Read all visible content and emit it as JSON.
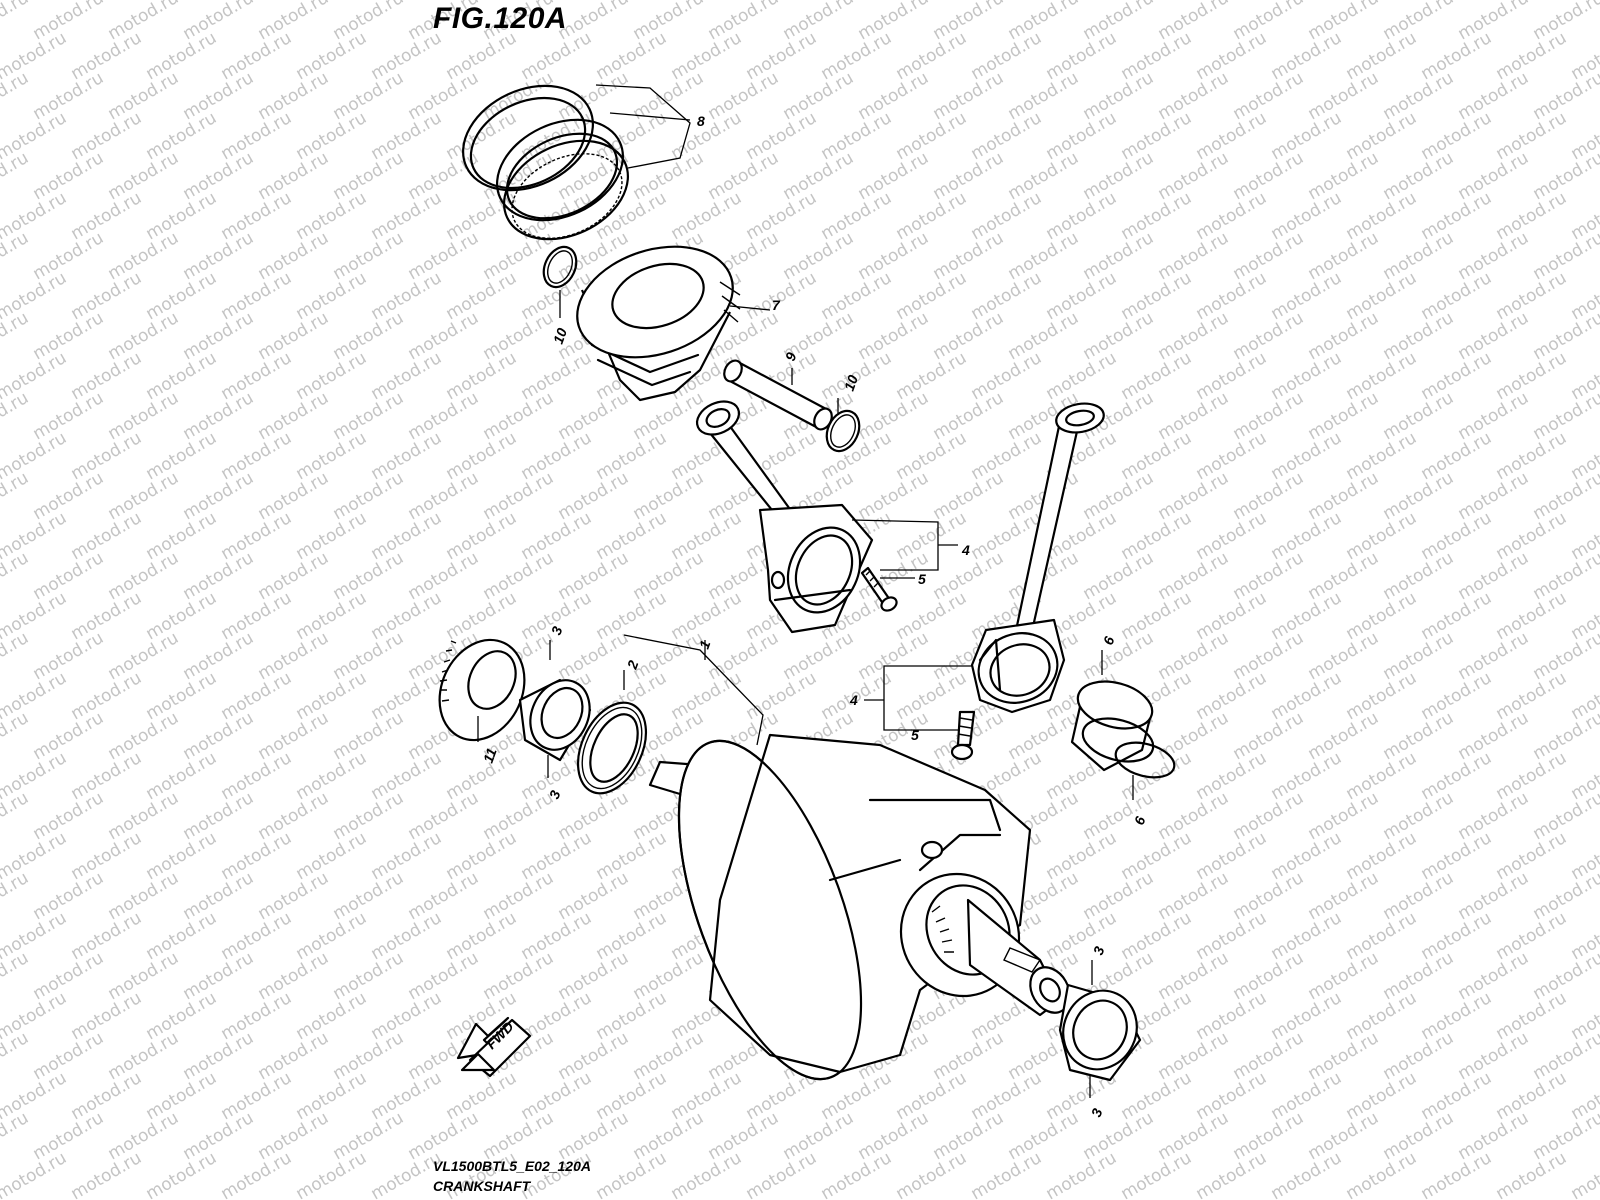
{
  "figure": {
    "title": "FIG.120A"
  },
  "footer": {
    "code": "VL1500BTL5_E02_120A",
    "name": "CRANKSHAFT"
  },
  "watermark": {
    "text": "motod.ru",
    "color": "#c4c4c4"
  },
  "fwd_label": "FWD",
  "callouts": [
    {
      "id": "c8",
      "label": "8"
    },
    {
      "id": "c7",
      "label": "7"
    },
    {
      "id": "c10a",
      "label": "10"
    },
    {
      "id": "c9",
      "label": "9"
    },
    {
      "id": "c10b",
      "label": "10"
    },
    {
      "id": "c4a",
      "label": "4"
    },
    {
      "id": "c5a",
      "label": "5"
    },
    {
      "id": "c1",
      "label": "1"
    },
    {
      "id": "c2",
      "label": "2"
    },
    {
      "id": "c3a",
      "label": "3"
    },
    {
      "id": "c3b",
      "label": "3"
    },
    {
      "id": "c11",
      "label": "11"
    },
    {
      "id": "c6a",
      "label": "6"
    },
    {
      "id": "c6b",
      "label": "6"
    },
    {
      "id": "c4b",
      "label": "4"
    },
    {
      "id": "c5b",
      "label": "5"
    },
    {
      "id": "c3c",
      "label": "3"
    },
    {
      "id": "c3d",
      "label": "3"
    }
  ]
}
